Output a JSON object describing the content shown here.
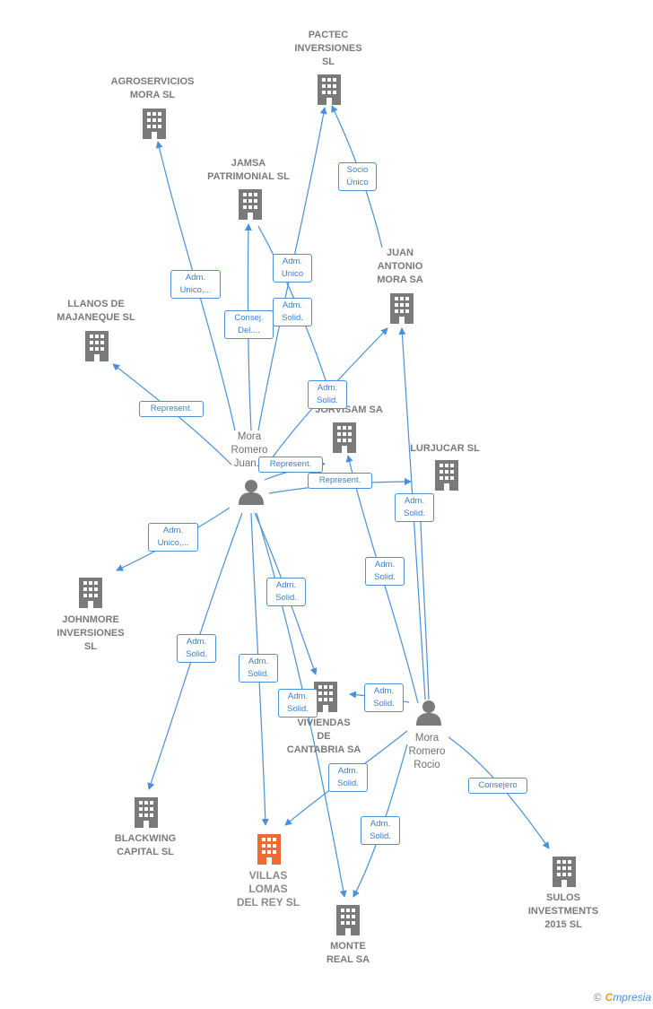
{
  "colors": {
    "edge": "#4a90d9",
    "building": "#7a7a7a",
    "building_main": "#f26a32",
    "person": "#7a7a7a"
  },
  "nodes": {
    "pactec": "PACTEC\nINVERSIONES\nSL",
    "agroservicios": "AGROSERVICIOS\nMORA  SL",
    "jamsa": "JAMSA\nPATRIMONIAL SL",
    "juan_antonio": "JUAN\nANTONIO\nMORA SA",
    "llanos": "LLANOS DE\nMAJANEQUE SL",
    "jorvisam": "JORVISAM SA",
    "lurjucar": "LURJUCAR SL",
    "johnmore": "JOHNMORE\nINVERSIONES\nSL",
    "viviendas": "VIVIENDAS\nDE\nCANTABRIA SA",
    "blackwing": "BLACKWING\nCAPITAL  SL",
    "villas": "VILLAS\nLOMAS\nDEL REY  SL",
    "monte": "MONTE\nREAL SA",
    "sulos": "SULOS\nINVESTMENTS\n2015  SL"
  },
  "persons": {
    "juan": "Mora\nRomero\nJuan...",
    "rocio": "Mora\nRomero\nRocio"
  },
  "edge_labels": {
    "socio_unico": "Socio\nÚnico",
    "adm_unico_pactec": "Adm.\nUnico",
    "adm_unico_agro": "Adm.\nUnico,...",
    "consej_jamsa": "Consej.\nDel....",
    "adm_solid_jamsa": "Adm.\nSolid.",
    "represent_llanos": "Represent.",
    "adm_solid_juan_antonio": "Adm.\nSolid.",
    "represent_jorvisam": "Represent.",
    "represent_lurjucar": "Represent.",
    "adm_solid_rocio_lurjucar": "Adm.\nSolid.",
    "adm_unico_johnmore": "Adm.\nUnico,...",
    "adm_solid_rocio_jorvisam": "Adm.\nSolid.",
    "adm_solid_viviendas": "Adm.\nSolid.",
    "adm_solid_blackwing": "Adm.\nSolid.",
    "adm_solid_villas": "Adm.\nSolid.",
    "adm_solid_monte_juan": "Adm.\nSolid.",
    "adm_solid_rocio_viviendas": "Adm.\nSolid.",
    "adm_solid_rocio_villas": "Adm.\nSolid.",
    "adm_solid_rocio_monte": "Adm.\nSolid.",
    "consejero": "Consejero"
  },
  "footer": {
    "copyright": "©",
    "brand_e": "C",
    "brand_rest": "mpresia"
  }
}
